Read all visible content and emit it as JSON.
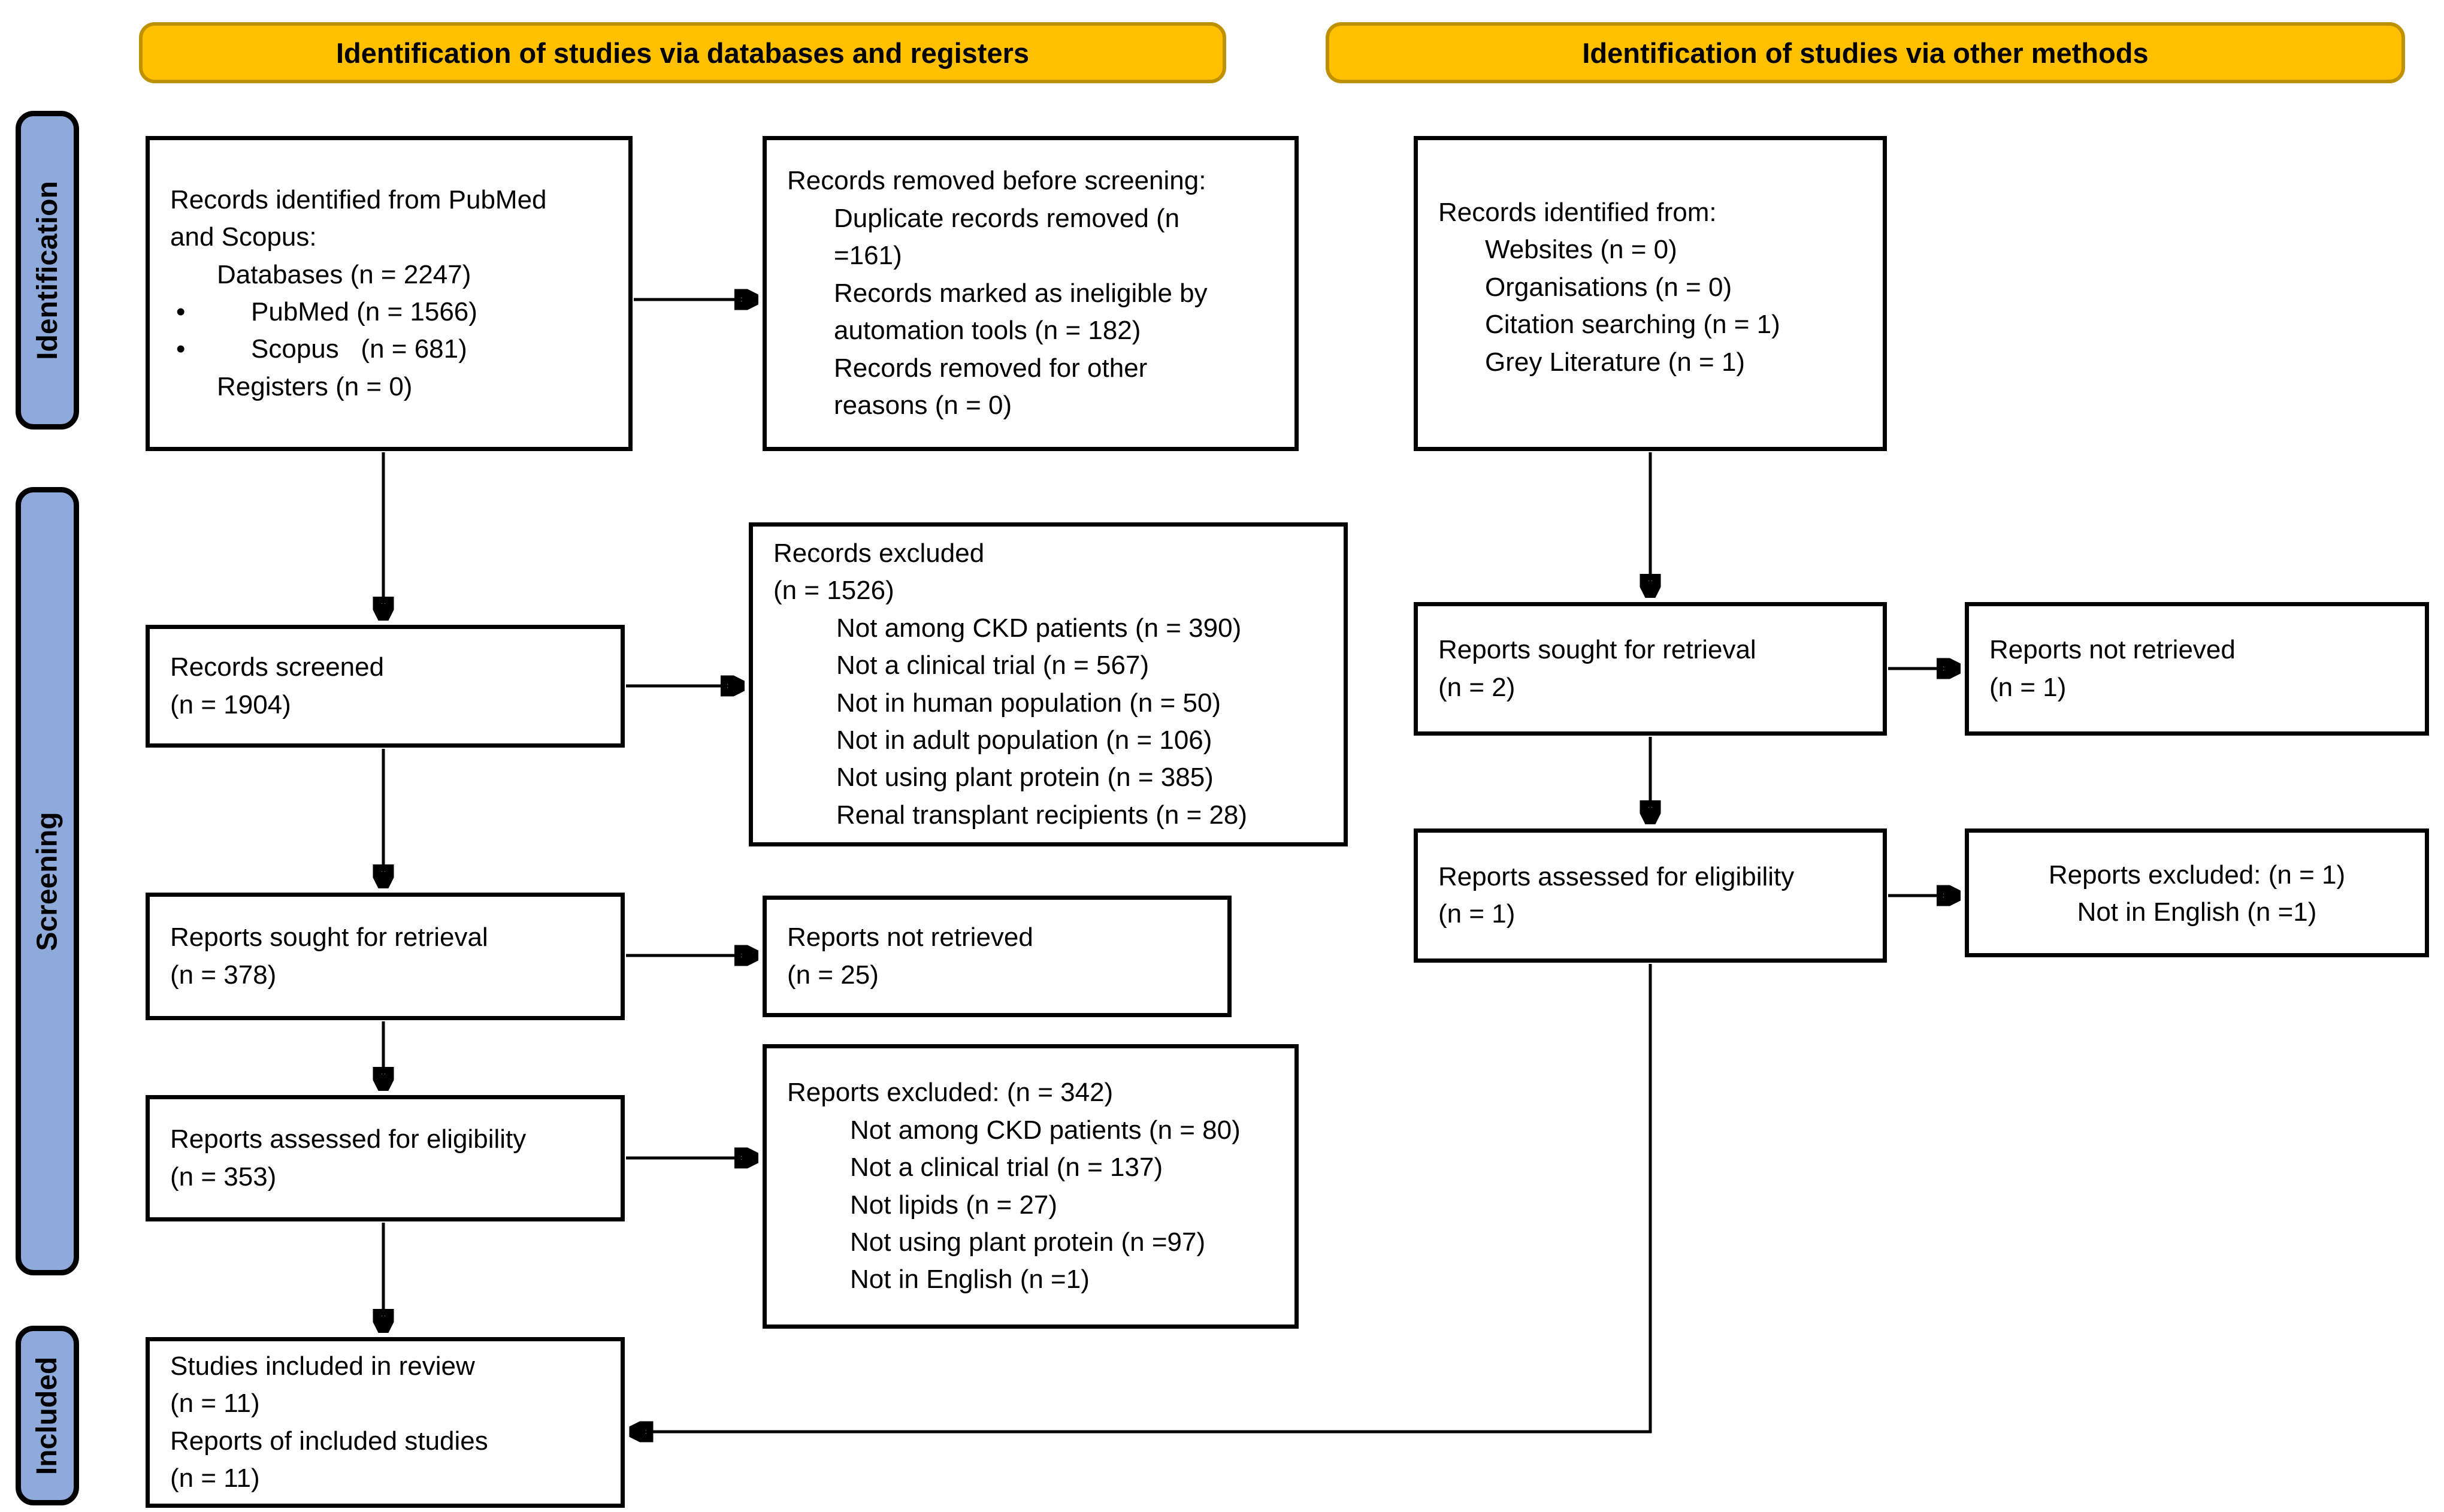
{
  "headers": {
    "left": "Identification of studies via databases and registers",
    "right": "Identification of studies via other methods"
  },
  "sidebar": {
    "identification": "Identification",
    "screening": "Screening",
    "included": "Included"
  },
  "colors": {
    "banner_bg": "#FFC000",
    "banner_border": "#BF9000",
    "stage_bg": "#8EAADB",
    "box_border": "#000000",
    "arrow": "#000000"
  },
  "boxes": {
    "records_identified_db": {
      "lines": [
        {
          "t": "Records identified from PubMed",
          "ind": 0
        },
        {
          "t": "and Scopus:",
          "ind": 0
        },
        {
          "t": "Databases (n = 2247)",
          "ind": 1
        },
        {
          "t": "PubMed (n = 1566)",
          "ind": 0,
          "bullet": true
        },
        {
          "t": "Scopus   (n = 681)",
          "ind": 0,
          "bullet": true
        },
        {
          "t": "Registers (n = 0)",
          "ind": 1
        }
      ]
    },
    "records_removed": {
      "lines": [
        {
          "t": "Records removed before screening:",
          "ind": 0
        },
        {
          "t": "Duplicate records removed (n",
          "ind": 1
        },
        {
          "t": "=161)",
          "ind": 1
        },
        {
          "t": "Records marked as ineligible by",
          "ind": 1
        },
        {
          "t": "automation tools (n = 182)",
          "ind": 1
        },
        {
          "t": "Records removed for other",
          "ind": 1
        },
        {
          "t": "reasons (n = 0)",
          "ind": 1
        }
      ]
    },
    "records_identified_other": {
      "lines": [
        {
          "t": "Records identified from:",
          "ind": 0
        },
        {
          "t": "Websites (n = 0)",
          "ind": 1
        },
        {
          "t": "Organisations (n = 0)",
          "ind": 1
        },
        {
          "t": "Citation searching (n = 1)",
          "ind": 1
        },
        {
          "t": "Grey Literature (n = 1)",
          "ind": 1
        }
      ]
    },
    "records_screened": {
      "lines": [
        {
          "t": "Records screened",
          "ind": 0
        },
        {
          "t": "(n = 1904)",
          "ind": 0
        }
      ]
    },
    "records_excluded": {
      "lines": [
        {
          "t": "Records excluded",
          "ind": 0
        },
        {
          "t": "(n = 1526)",
          "ind": 0
        },
        {
          "t": "Not among CKD patients (n = 390)",
          "ind": 2
        },
        {
          "t": "Not a clinical trial (n = 567)",
          "ind": 2
        },
        {
          "t": "Not in human population (n = 50)",
          "ind": 2
        },
        {
          "t": "Not in adult population (n = 106)",
          "ind": 2
        },
        {
          "t": "Not using plant protein (n = 385)",
          "ind": 2
        },
        {
          "t": "Renal transplant recipients (n = 28)",
          "ind": 2
        }
      ]
    },
    "reports_sought_db": {
      "lines": [
        {
          "t": "Reports sought for retrieval",
          "ind": 0
        },
        {
          "t": "(n = 378)",
          "ind": 0
        }
      ]
    },
    "reports_not_retrieved_db": {
      "lines": [
        {
          "t": "Reports not retrieved",
          "ind": 0
        },
        {
          "t": "(n = 25)",
          "ind": 0
        }
      ]
    },
    "reports_assessed_db": {
      "lines": [
        {
          "t": "Reports assessed for eligibility",
          "ind": 0
        },
        {
          "t": "(n = 353)",
          "ind": 0
        }
      ]
    },
    "reports_excluded_db": {
      "lines": [
        {
          "t": "Reports excluded: (n = 342)",
          "ind": 0
        },
        {
          "t": "Not among CKD patients (n = 80)",
          "ind": 2
        },
        {
          "t": "Not a clinical trial (n = 137)",
          "ind": 2
        },
        {
          "t": "Not lipids (n = 27)",
          "ind": 2
        },
        {
          "t": "Not using plant protein (n =97)",
          "ind": 2
        },
        {
          "t": "Not in English (n =1)",
          "ind": 2
        }
      ]
    },
    "studies_included": {
      "lines": [
        {
          "t": "Studies included in review",
          "ind": 0
        },
        {
          "t": "(n = 11)",
          "ind": 0
        },
        {
          "t": "Reports of included studies",
          "ind": 0
        },
        {
          "t": "(n = 11)",
          "ind": 0
        }
      ]
    },
    "reports_sought_other": {
      "lines": [
        {
          "t": "Reports sought for retrieval",
          "ind": 0
        },
        {
          "t": "(n = 2)",
          "ind": 0
        }
      ]
    },
    "reports_not_retrieved_other": {
      "lines": [
        {
          "t": "Reports not retrieved",
          "ind": 0
        },
        {
          "t": "(n = 1)",
          "ind": 0
        }
      ]
    },
    "reports_assessed_other": {
      "lines": [
        {
          "t": "Reports assessed for eligibility",
          "ind": 0
        },
        {
          "t": "(n = 1)",
          "ind": 0
        }
      ]
    },
    "reports_excluded_other": {
      "lines": [
        {
          "t": "Reports excluded: (n = 1)",
          "ind": 0
        },
        {
          "t": "Not in English (n =1)",
          "ind": 0
        }
      ]
    }
  }
}
